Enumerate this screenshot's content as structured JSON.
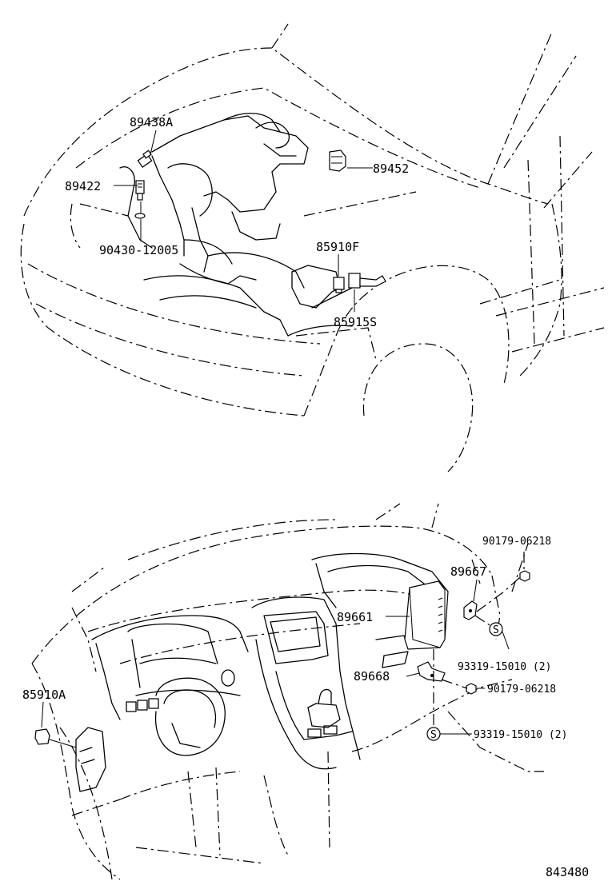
{
  "labels": {
    "p89438A": "89438A",
    "p89422": "89422",
    "p90430": "90430-12005",
    "p89452": "89452",
    "p85910F": "85910F",
    "p85915S": "85915S",
    "p90179a": "90179-06218",
    "p89667": "89667",
    "p89661": "89661",
    "p93319a": "93319-15010 (2)",
    "p89668": "89668",
    "p90179b": "90179-06218",
    "p93319b": "93319-15010 (2)",
    "p85910A": "85910A",
    "diagram_no": "843480"
  }
}
